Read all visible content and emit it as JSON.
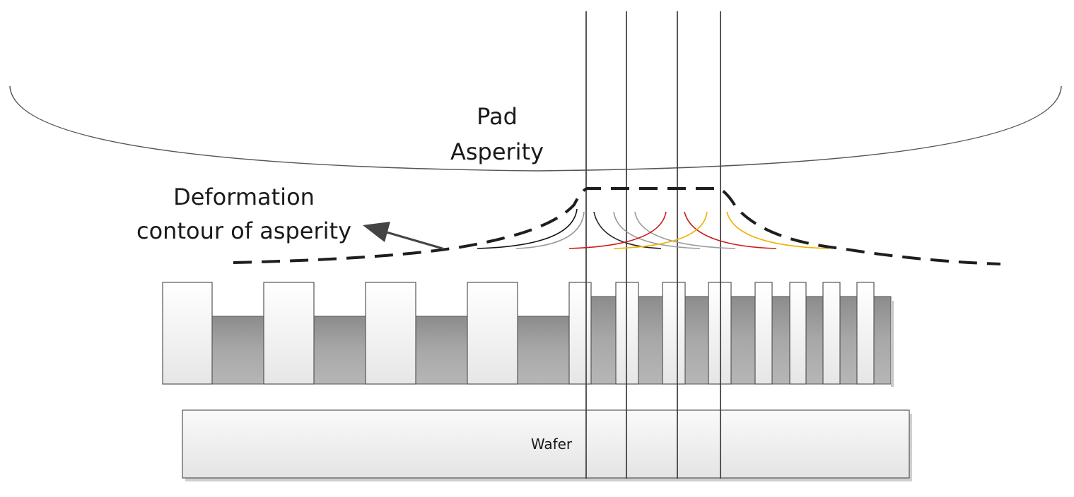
{
  "labels": {
    "pad_line1": "Pad",
    "pad_line2": "Asperity",
    "deformation_line1": "Deformation",
    "deformation_line2": "contour of asperity",
    "wafer": "Wafer"
  },
  "colors": {
    "outline": "#444444",
    "dashed_contour": "#1e1e1e",
    "feature_fill_light": "#f4f4f4",
    "feature_fill_dark": "#a3a3a3",
    "wafer_fill": "#f2f2f2",
    "curve_black": "#111111",
    "curve_gray": "#9a9a9a",
    "curve_red": "#cc1a1a",
    "curve_yellow": "#f0b100"
  }
}
